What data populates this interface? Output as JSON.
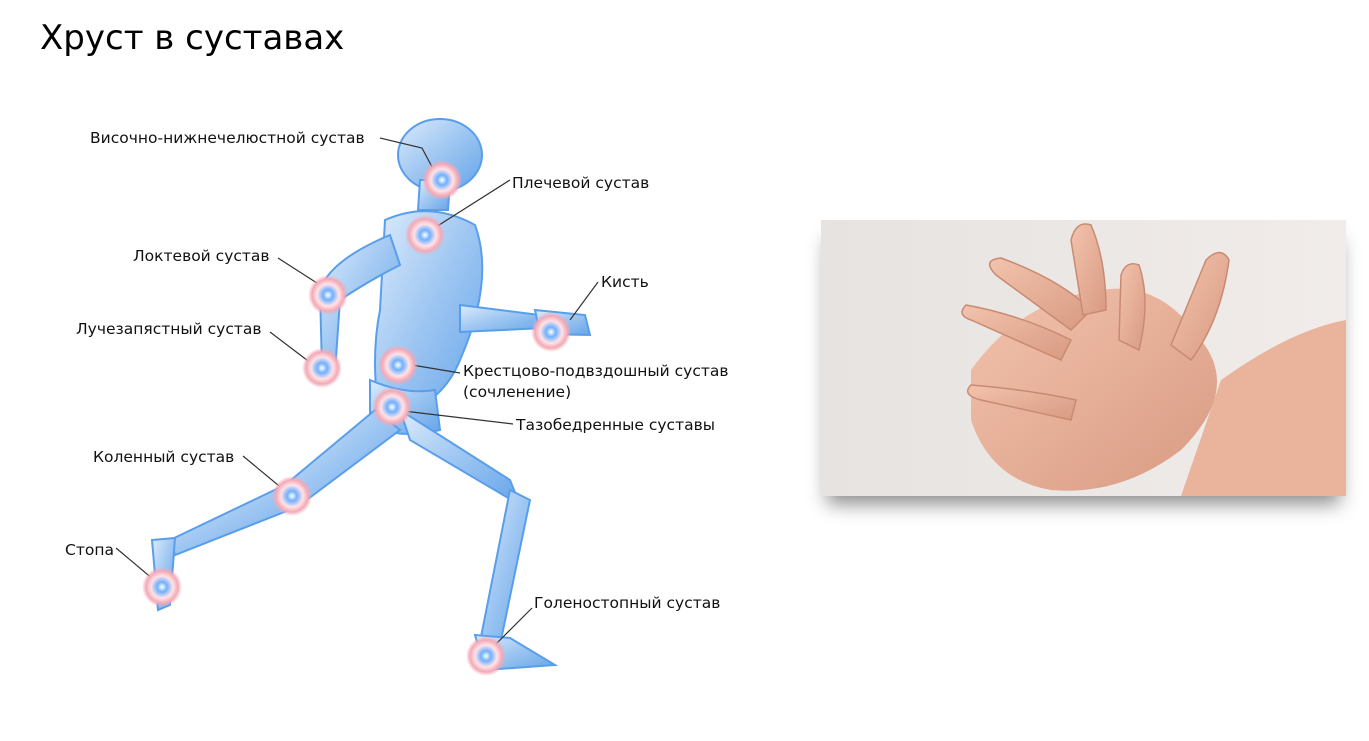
{
  "title": "Хруст в суставах",
  "diagram": {
    "labels": {
      "tmj": "Височно-нижнечелюстной сустав",
      "shoulder": "Плечевой сустав",
      "elbow": "Локтевой сустав",
      "hand": "Кисть",
      "wrist": "Лучезапястный сустав",
      "sacroiliac_line1": "Крестцово-подвздошный сустав",
      "sacroiliac_line2": "(сочленение)",
      "hip": "Тазобедренные суставы",
      "knee": "Коленный сустав",
      "foot": "Стопа",
      "ankle": "Голеностопный сустав"
    },
    "colors": {
      "body": "#3d8ee8",
      "body_light": "#bcdaf8",
      "joint_marker": "#e88a9a",
      "leader_line": "#333333"
    }
  },
  "photo": {
    "subject": "cracking-knuckles-hands-photo",
    "colors": {
      "skin": "#e9b39c",
      "background": "#ece7e4"
    }
  }
}
